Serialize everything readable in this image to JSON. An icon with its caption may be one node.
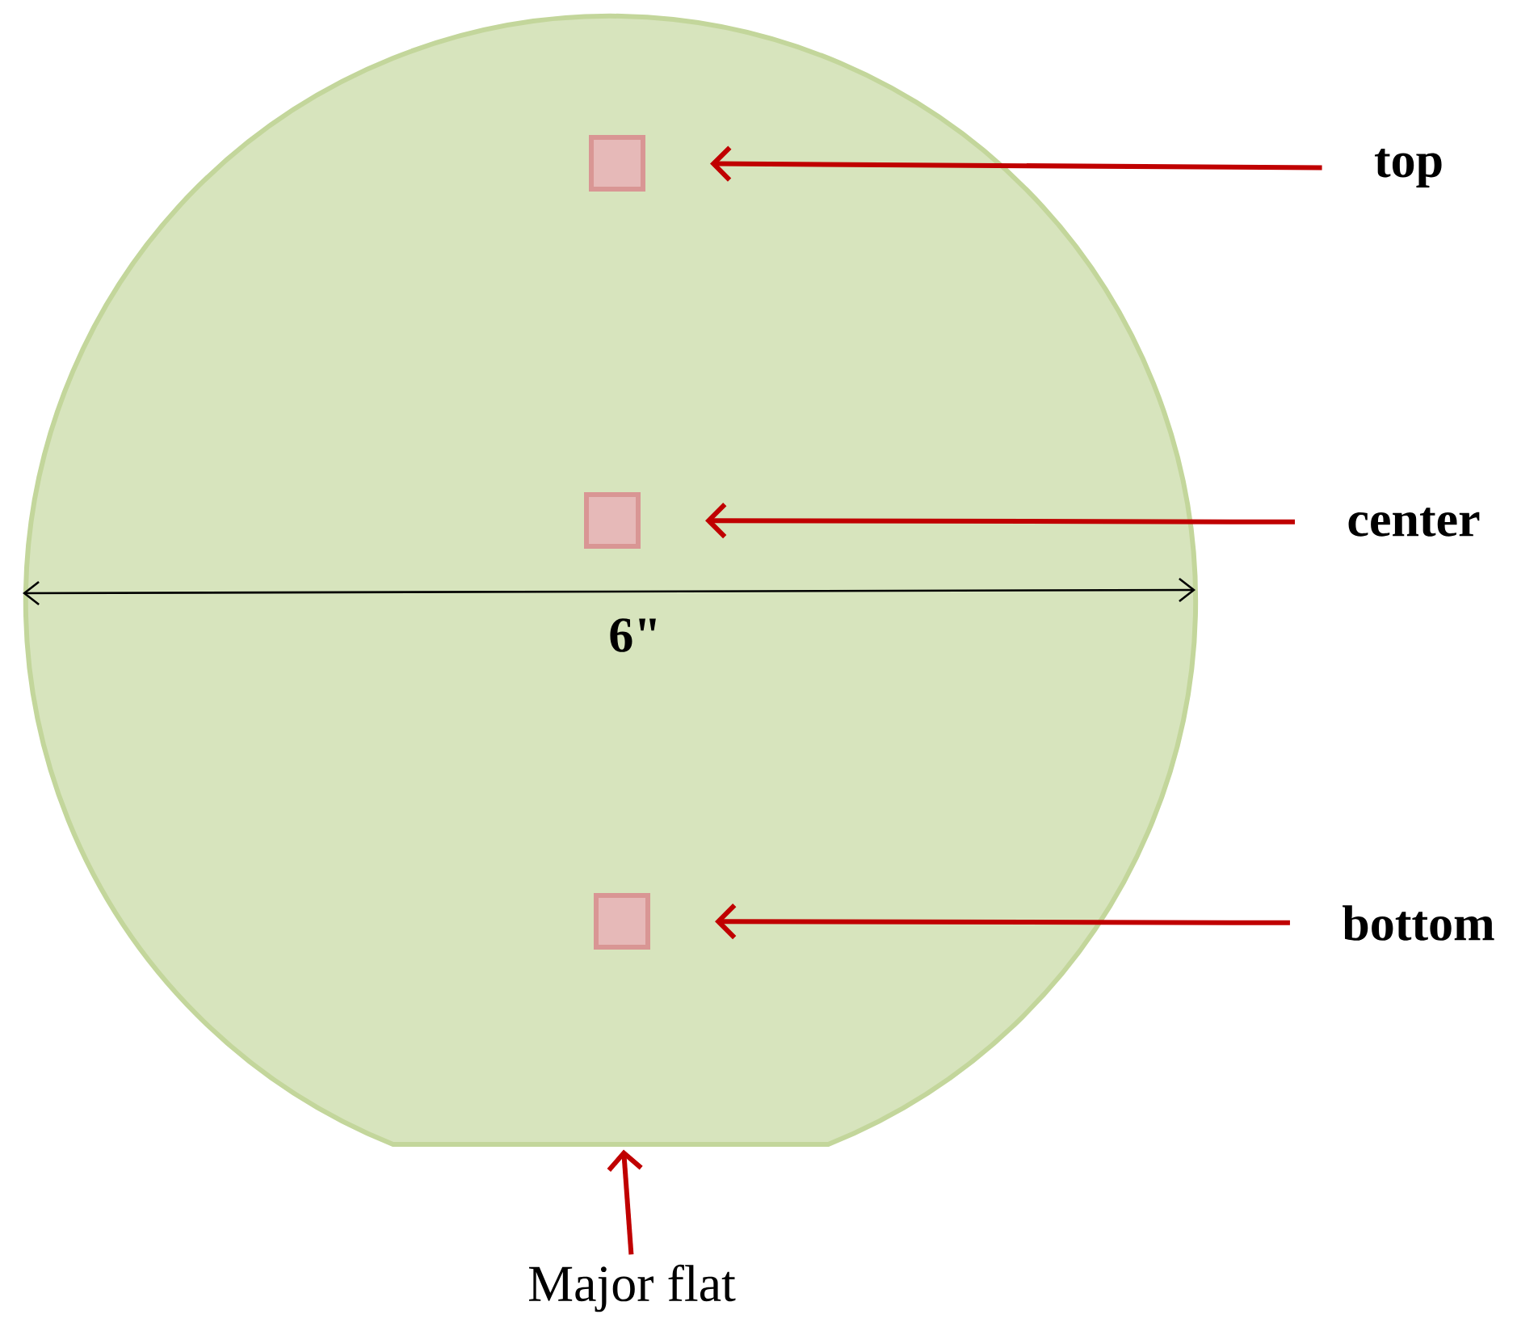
{
  "diagram": {
    "nodes": [
      {
        "text": [],
        "shape": "circle"
      },
      {
        "text": [],
        "shape": "box",
        "in": 0
      },
      {
        "text": [],
        "shape": "box",
        "in": 0
      },
      {
        "text": [],
        "shape": "box",
        "in": 0
      },
      {
        "text": [
          "top"
        ]
      },
      {
        "text": [
          "center"
        ]
      },
      {
        "text": [
          "bottom"
        ]
      },
      {
        "text": [
          "Major flat"
        ]
      }
    ],
    "edges": [
      {
        "from": 4,
        "to": 1,
        "arrow": "to",
        "color": "#c00000"
      },
      {
        "from": 5,
        "to": 2,
        "arrow": "to",
        "color": "#c00000"
      },
      {
        "from": 6,
        "to": 3,
        "arrow": "to",
        "color": "#c00000"
      },
      {
        "from": 7,
        "to": 0,
        "arrow": "to",
        "color": "#c00000"
      }
    ],
    "labels": [
      "6\""
    ]
  }
}
